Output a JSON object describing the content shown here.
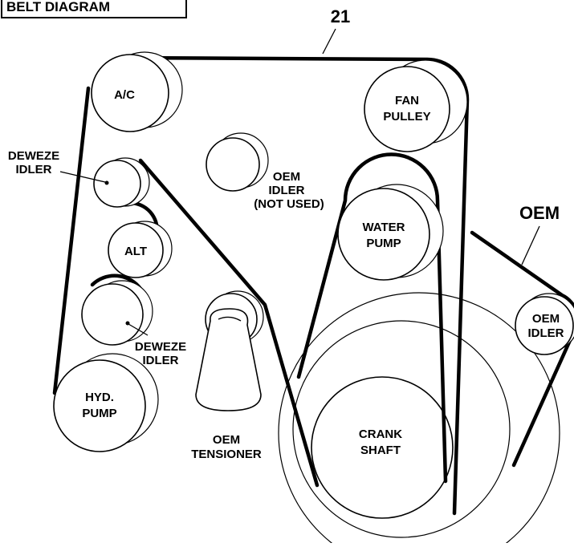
{
  "title": "BELT DIAGRAM",
  "callouts": {
    "belt_21": "21",
    "belt_oem": "OEM"
  },
  "labels": {
    "ac": "A/C",
    "fan_pulley": [
      "FAN",
      "PULLEY"
    ],
    "deweze_idler_top": [
      "DEWEZE",
      "IDLER"
    ],
    "oem_idler_unused": [
      "OEM",
      "IDLER",
      "(NOT USED)"
    ],
    "water_pump": [
      "WATER",
      "PUMP"
    ],
    "alt": "ALT",
    "deweze_idler_bottom": [
      "DEWEZE",
      "IDLER"
    ],
    "oem_idler_right": [
      "OEM",
      "IDLER"
    ],
    "hyd_pump": [
      "HYD.",
      "PUMP"
    ],
    "oem_tensioner": [
      "OEM",
      "TENSIONER"
    ],
    "crank_shaft": [
      "CRANK",
      "SHAFT"
    ]
  },
  "colors": {
    "line": "#000000",
    "background": "#ffffff"
  }
}
